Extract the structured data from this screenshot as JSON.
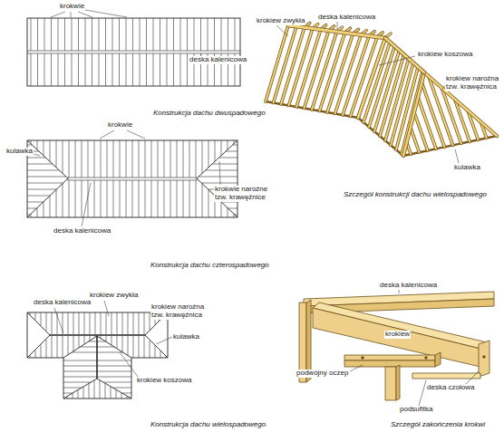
{
  "diagram": {
    "labels": [
      "krokwie",
      "deska kalenicowa",
      "Konstrukcja dachu dwuspadowego",
      "krokiew zwykła",
      "deska kalenicowa",
      "krokiew koszowa",
      "krokiew narożna tzw. krawężnica",
      "kulawka",
      "Szczegół konstrukcji dachu wielospadowego",
      "krokwie",
      "kulawka",
      "krokwie narożne tzw. krawężnice",
      "deska kalenicowa",
      "Konstrukcja dachu czterospadowego",
      "deska kalenicowa",
      "krokiew zwykła",
      "krokiew narożna tzw. krawężnica",
      "kulawka",
      "krokiew koszowa",
      "Konstrukcja dachu wielospadowego",
      "deska kalenicowa",
      "krokiew",
      "podwójny oczep",
      "deska czołowa",
      "podsufitka",
      "Szczegół zakończenia krokwi"
    ]
  }
}
